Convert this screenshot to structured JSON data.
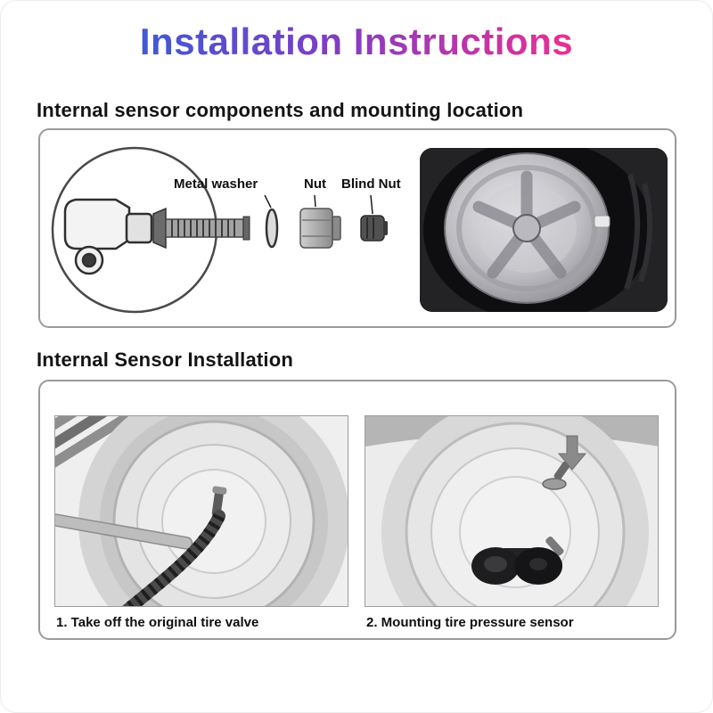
{
  "page": {
    "title": "Installation Instructions"
  },
  "section1": {
    "heading": "Internal sensor components and mounting location",
    "labels": {
      "metal_washer": "Metal washer",
      "nut": "Nut",
      "blind_nut": "Blind Nut"
    }
  },
  "section2": {
    "heading": "Internal Sensor Installation",
    "steps": [
      {
        "caption": "1. Take off the original tire valve"
      },
      {
        "caption": "2. Mounting tire pressure sensor"
      }
    ]
  },
  "colors": {
    "title_gradient_start": "#2e62d9",
    "title_gradient_mid": "#7b3ec6",
    "title_gradient_end": "#ef2f90",
    "panel_border": "#9a9a9a",
    "heading_text": "#141414"
  }
}
